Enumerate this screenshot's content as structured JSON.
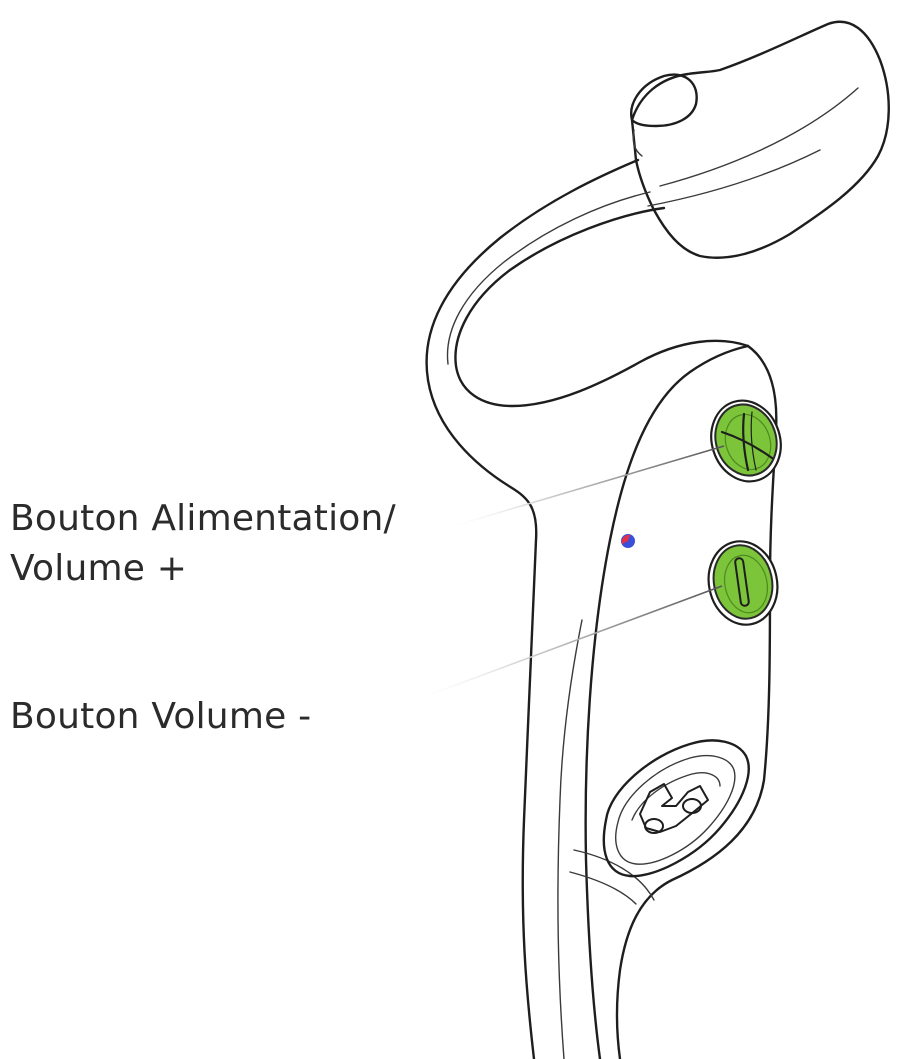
{
  "labels": {
    "power_volume_up_line1": "Bouton Alimentation/",
    "power_volume_up_line2": "Volume +",
    "volume_down": "Bouton Volume -"
  },
  "colors": {
    "button_green": "#7cc43a",
    "button_green_dark": "#4e8a1f",
    "outline": "#1e1e1e",
    "leader_line": "#c8c8c8",
    "led_red": "#e0304a",
    "led_blue": "#3a4fd8"
  },
  "icons": {
    "power_button": "plus-icon",
    "volume_down_button": "minus-icon",
    "charging_port": "charging-port-icon",
    "led": "led-indicator-icon"
  }
}
